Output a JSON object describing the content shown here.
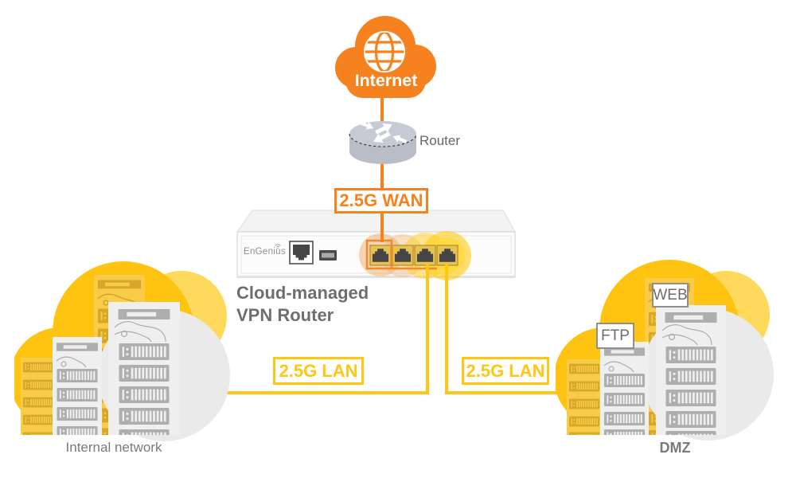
{
  "diagram": {
    "internet": {
      "label": "Internet"
    },
    "router": {
      "label": "Router"
    },
    "links": {
      "wan": "2.5G WAN",
      "lan_left": "2.5G LAN",
      "lan_right": "2.5G LAN"
    },
    "device": {
      "brand": "EnGenius",
      "caption_line1": "Cloud-managed",
      "caption_line2": "VPN Router"
    },
    "internal_network": {
      "label": "Internal network"
    },
    "dmz": {
      "label": "DMZ",
      "server_badges": [
        "WEB",
        "FTP"
      ]
    },
    "colors": {
      "orange": "#F5821F",
      "yellow": "#FFC613",
      "cloud_gold": "#FFC412",
      "cloud_light_yellow": "#FFD95C",
      "cloud_gray": "#EAEAEA",
      "device_text_gray": "#6E6E6E",
      "label_gray": "#7A7A7A"
    }
  }
}
